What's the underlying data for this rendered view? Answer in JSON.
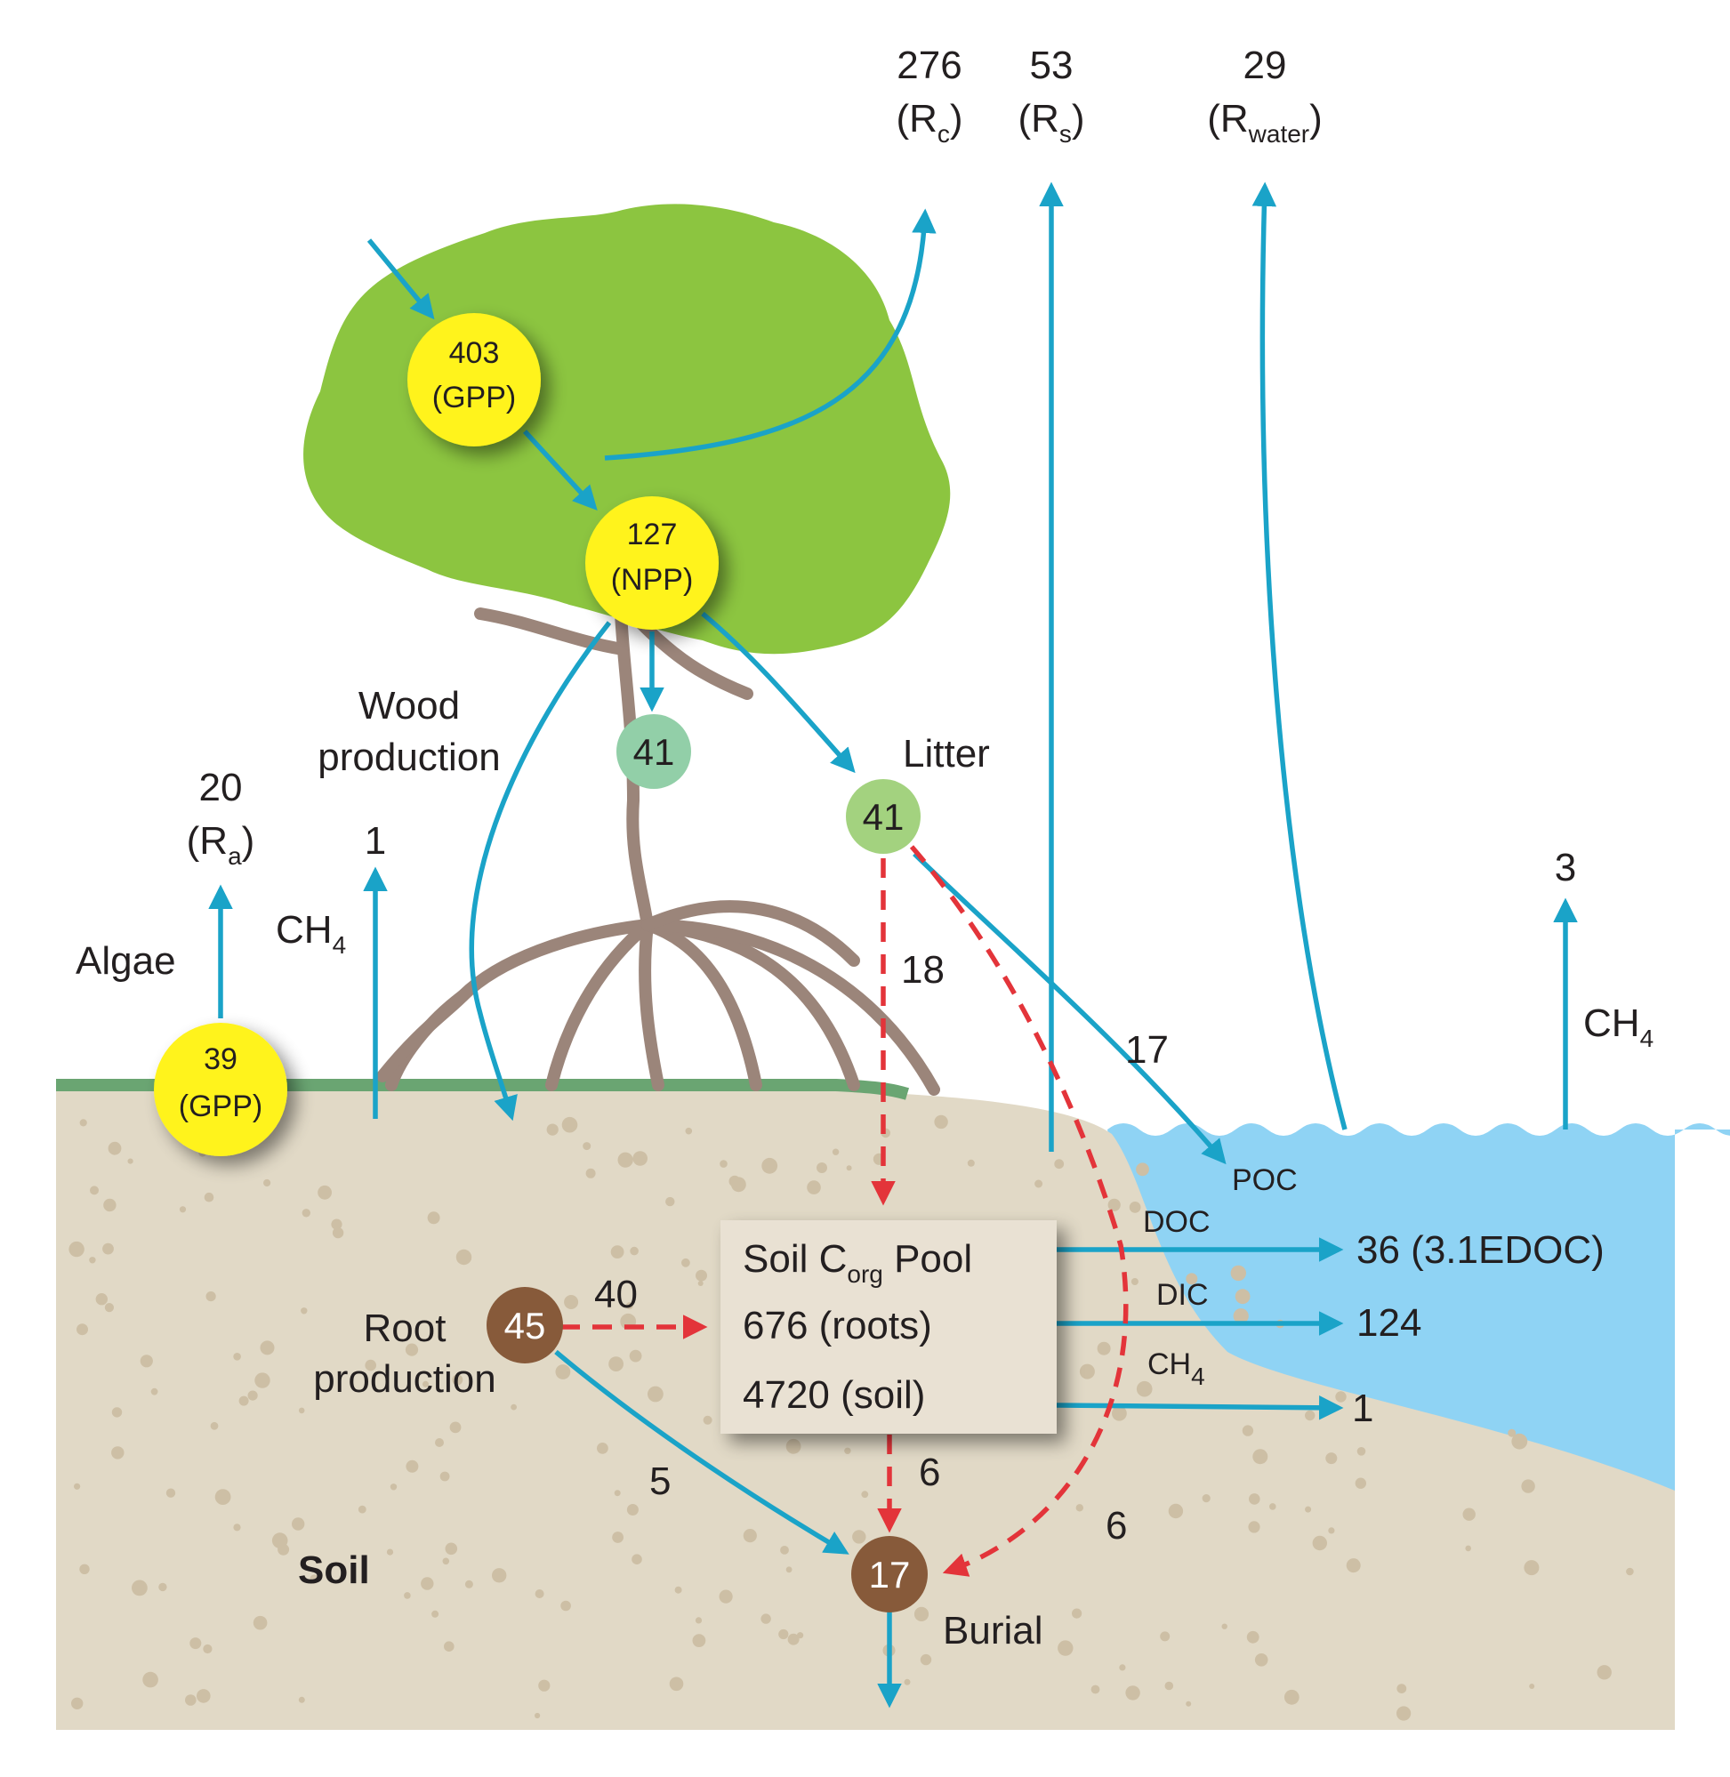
{
  "colors": {
    "flux_arrow": "#1aa3c8",
    "dashed_arrow": "#e3343a",
    "canopy": "#8cc540",
    "trunk": "#9b857a",
    "soil": "#e1d9c6",
    "soil_specks": "#cdbfa5",
    "water": "#8fd3f4",
    "ground_line": "#6aa572",
    "gpp_node": "#fff31c",
    "wood_node": "#92cfa8",
    "litter_node": "#a3d27f",
    "brown_node": "#875a3a",
    "pool_box": "#e9e1d3"
  },
  "atmosphere": {
    "rc": {
      "value": "276",
      "open": "(R",
      "sub": "c",
      "close": ")"
    },
    "rs": {
      "value": "53",
      "open": "(R",
      "sub": "s",
      "close": ")"
    },
    "rwater": {
      "value": "29",
      "open": "(R",
      "sub": "water",
      "close": ")"
    },
    "ra": {
      "value": "20",
      "open": "(R",
      "sub": "a",
      "close": ")"
    },
    "ch4_tree": {
      "value": "1",
      "label": "CH",
      "sub": "4"
    },
    "ch4_water": {
      "value": "3",
      "label": "CH",
      "sub": "4"
    }
  },
  "nodes": {
    "gpp_tree": {
      "value": "403",
      "label": "(GPP)"
    },
    "npp": {
      "value": "127",
      "label": "(NPP)"
    },
    "wood": {
      "value": "41",
      "label_1": "Wood",
      "label_2": "production"
    },
    "litter": {
      "value": "41",
      "label": "Litter"
    },
    "gpp_algae": {
      "value": "39",
      "label": "(GPP)",
      "name": "Algae"
    },
    "root": {
      "value": "45",
      "label_1": "Root",
      "label_2": "production"
    },
    "burial": {
      "value": "17",
      "label": "Burial"
    }
  },
  "pool": {
    "title_pre": "Soil C",
    "title_sub": "org",
    "title_post": " Pool",
    "roots": "676 (roots)",
    "soil": "4720 (soil)"
  },
  "flows": {
    "litter_to_pool": "18",
    "litter_to_water": "17",
    "root_to_pool": "40",
    "root_to_burial": "5",
    "pool_to_burial": "6",
    "litter_to_burial": "6"
  },
  "exports": {
    "poc": "POC",
    "doc": {
      "label": "DOC",
      "value": "36 (3.1EDOC)"
    },
    "dic": {
      "label": "DIC",
      "value": "124"
    },
    "ch4": {
      "label": "CH",
      "sub": "4",
      "value": "1"
    }
  },
  "soil_label": "Soil"
}
